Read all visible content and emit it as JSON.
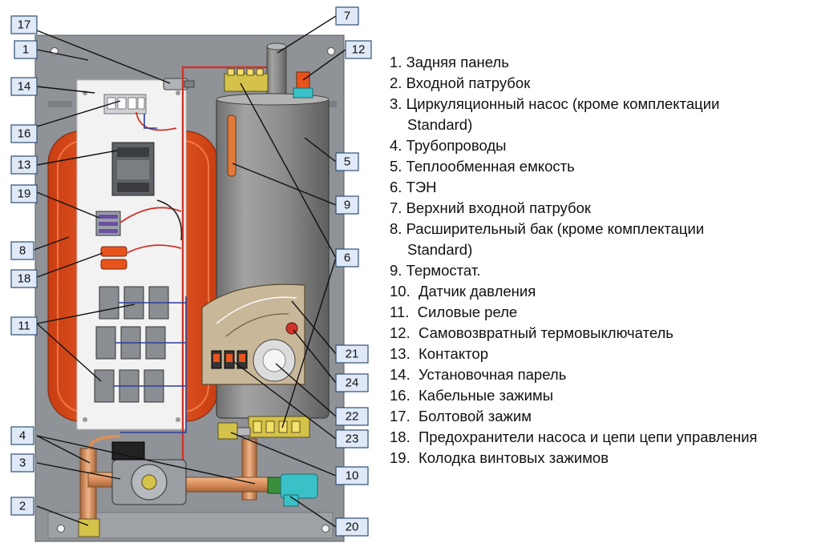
{
  "callouts": {
    "n1": "1",
    "n2": "2",
    "n3": "3",
    "n4": "4",
    "n5": "5",
    "n6": "6",
    "n7": "7",
    "n8": "8",
    "n9": "9",
    "n10": "10",
    "n11": "11",
    "n12": "12",
    "n13": "13",
    "n14": "14",
    "n16": "16",
    "n17": "17",
    "n18": "18",
    "n19": "19",
    "n20": "20",
    "n21": "21",
    "n22": "22",
    "n23": "23",
    "n24": "24"
  },
  "legend": [
    {
      "text": "1. Задняя панель"
    },
    {
      "text": "2. Входной патрубок"
    },
    {
      "text": "3. Циркуляционный насос (кроме комплектации",
      "cont": "Standard)"
    },
    {
      "text": "4. Трубопроводы"
    },
    {
      "text": "5. Теплообменная емкость"
    },
    {
      "text": "6. ТЭН"
    },
    {
      "text": "7. Верхний входной патрубок"
    },
    {
      "text": "8. Расширительный бак (кроме комплектации",
      "cont": "Standard)"
    },
    {
      "text": "9. Термостат."
    },
    {
      "text": "10.  Датчик давления"
    },
    {
      "text": "11.  Силовые реле"
    },
    {
      "text": "12.  Самовозвратный термовыключатель"
    },
    {
      "text": "13.  Контактор"
    },
    {
      "text": "14.  Установочная парель"
    },
    {
      "text": "16.  Кабельные зажимы"
    },
    {
      "text": "17.  Болтовой зажим"
    },
    {
      "text": "18.  Предохранители насоса и цепи цепи управления"
    },
    {
      "text": "19.  Колодка винтовых зажимов"
    }
  ],
  "colors": {
    "back_panel": "#8f9296",
    "mount_plate": "#f2f2f2",
    "expansion_tank": "#e8531c",
    "heat_exchanger": "#9a9a9a",
    "copper_pipe": "#d98f5c",
    "tag_fill": "#dfe9f7",
    "wire_red": "#d0342c",
    "wire_blue": "#2b3f9e"
  }
}
